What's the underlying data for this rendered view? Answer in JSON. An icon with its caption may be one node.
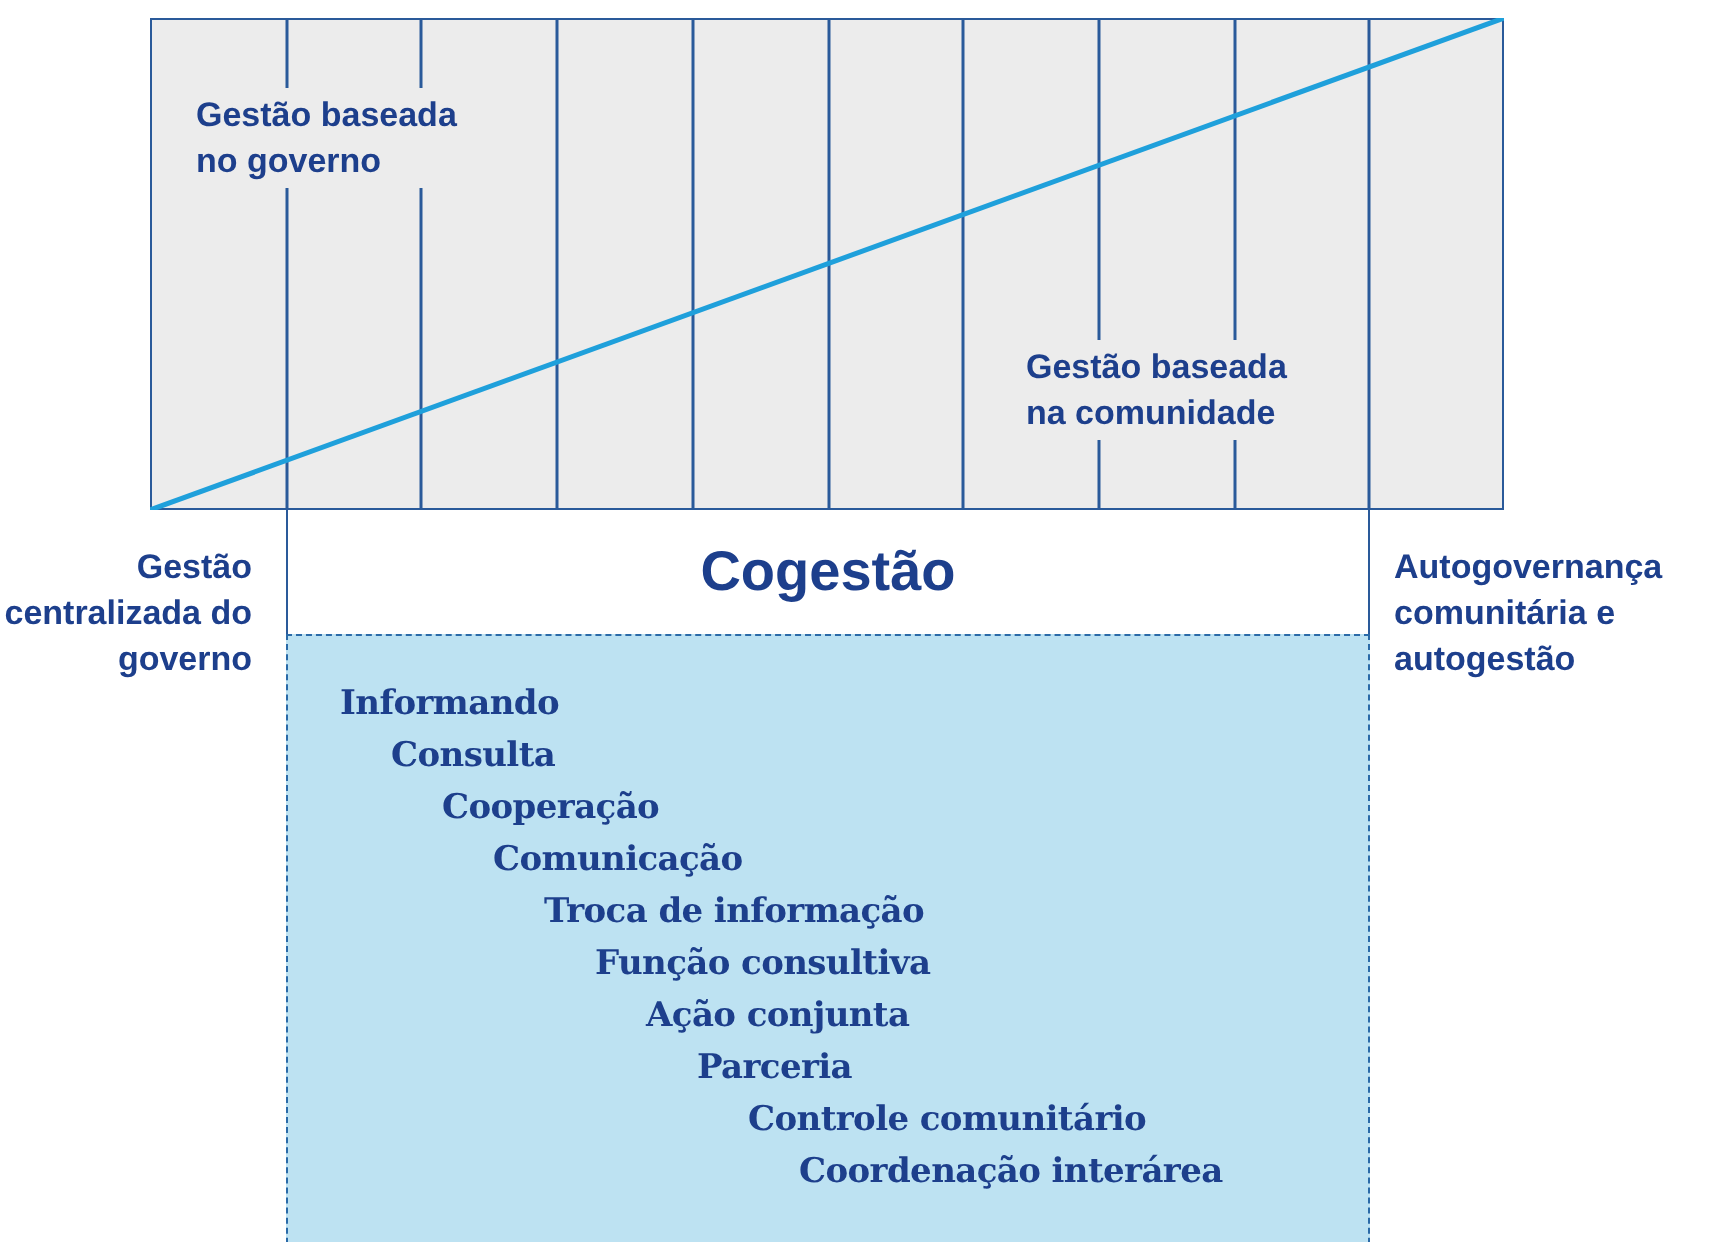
{
  "diagram": {
    "nodes": [
      {
        "text": [
          "Gestão baseada no governo",
          "Gestão baseada na comunidade"
        ]
      },
      {
        "text": [
          "Cogestão"
        ]
      },
      {
        "text": [
          "Informando",
          "Consulta",
          "Cooperação",
          "Comunicação",
          "Troca de informação",
          "Função consultiva",
          "Ação conjunta",
          "Parceria",
          "Controle comunitário",
          "Coordenação interárea"
        ]
      }
    ],
    "labels": [
      "Gestão centralizada do governo",
      "Autogovernança comunitária e autogestão"
    ]
  }
}
